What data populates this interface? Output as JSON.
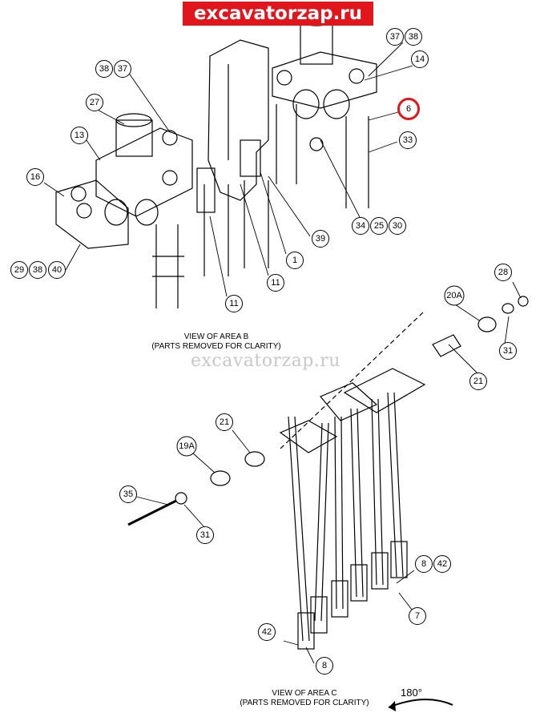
{
  "banner": {
    "text": "excavatorzap.ru",
    "color": "#e0161c"
  },
  "watermark": {
    "text": "excavatorzap.ru"
  },
  "area_b": {
    "caption_line1": "VIEW OF AREA B",
    "caption_line2": "(PARTS REMOVED FOR CLARITY)"
  },
  "area_c": {
    "caption_line1": "VIEW OF AREA C",
    "caption_line2": "(PARTS REMOVED FOR CLARITY)",
    "rotation": "180°"
  },
  "callouts": {
    "c38a": "38",
    "c37a": "37",
    "c27": "27",
    "c13": "13",
    "c16": "16",
    "c29": "29",
    "c38b": "38",
    "c40": "40",
    "c37b": "37",
    "c38c": "38",
    "c14": "14",
    "c6": "6",
    "c33": "33",
    "c34": "34",
    "c25": "25",
    "c30": "30",
    "c39": "39",
    "c1": "1",
    "c11a": "11",
    "c11b": "11",
    "c28": "28",
    "c20a": "20A",
    "c31a": "31",
    "c21a": "21",
    "c21b": "21",
    "c19a": "19A",
    "c35": "35",
    "c31b": "31",
    "c8a": "8",
    "c42a": "42",
    "c7": "7",
    "c42b": "42",
    "c8b": "8"
  },
  "highlight": {
    "callout": "6",
    "color": "#e0161c"
  }
}
